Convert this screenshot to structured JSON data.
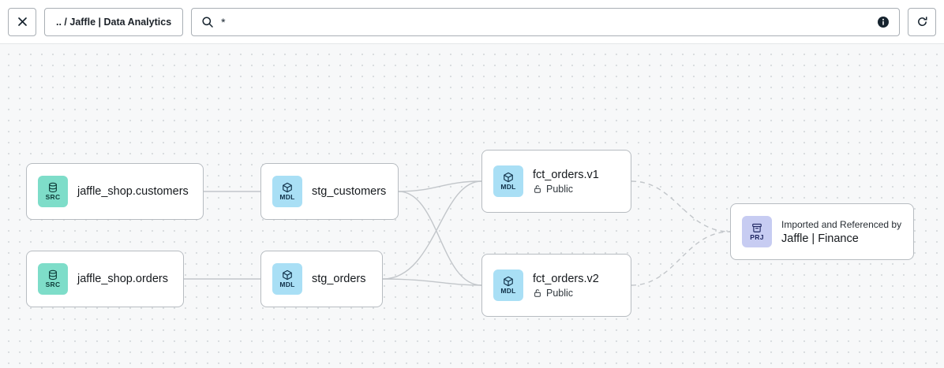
{
  "toolbar": {
    "breadcrumb": ".. / Jaffle | Data Analytics",
    "search_value": "*",
    "close_icon": "close-icon",
    "search_icon": "search-icon",
    "info_icon": "info-icon",
    "refresh_icon": "refresh-icon"
  },
  "colors": {
    "canvas_bg": "#f7f8f9",
    "node_border": "#b7bcc1",
    "edge": "#c2c6ca",
    "src_badge_bg": "#7eddc9",
    "mdl_badge_bg": "#a9dff5",
    "prj_badge_bg": "#c7ccf2"
  },
  "nodes": [
    {
      "badge": "SRC",
      "label": "jaffle_shop.customers"
    },
    {
      "badge": "SRC",
      "label": "jaffle_shop.orders"
    },
    {
      "badge": "MDL",
      "label": "stg_customers"
    },
    {
      "badge": "MDL",
      "label": "stg_orders"
    },
    {
      "badge": "MDL",
      "label": "fct_orders.v1",
      "access": "Public"
    },
    {
      "badge": "MDL",
      "label": "fct_orders.v2",
      "access": "Public"
    },
    {
      "badge": "PRJ",
      "title": "Imported and Referenced by",
      "label": "Jaffle | Finance"
    }
  ],
  "edges": [
    {
      "from": "jaffle_shop.customers",
      "to": "stg_customers",
      "style": "solid"
    },
    {
      "from": "jaffle_shop.orders",
      "to": "stg_orders",
      "style": "solid"
    },
    {
      "from": "stg_customers",
      "to": "fct_orders.v1",
      "style": "solid"
    },
    {
      "from": "stg_customers",
      "to": "fct_orders.v2",
      "style": "solid"
    },
    {
      "from": "stg_orders",
      "to": "fct_orders.v1",
      "style": "solid"
    },
    {
      "from": "stg_orders",
      "to": "fct_orders.v2",
      "style": "solid"
    },
    {
      "from": "fct_orders.v1",
      "to": "Jaffle | Finance",
      "style": "dashed"
    },
    {
      "from": "fct_orders.v2",
      "to": "Jaffle | Finance",
      "style": "dashed"
    }
  ]
}
